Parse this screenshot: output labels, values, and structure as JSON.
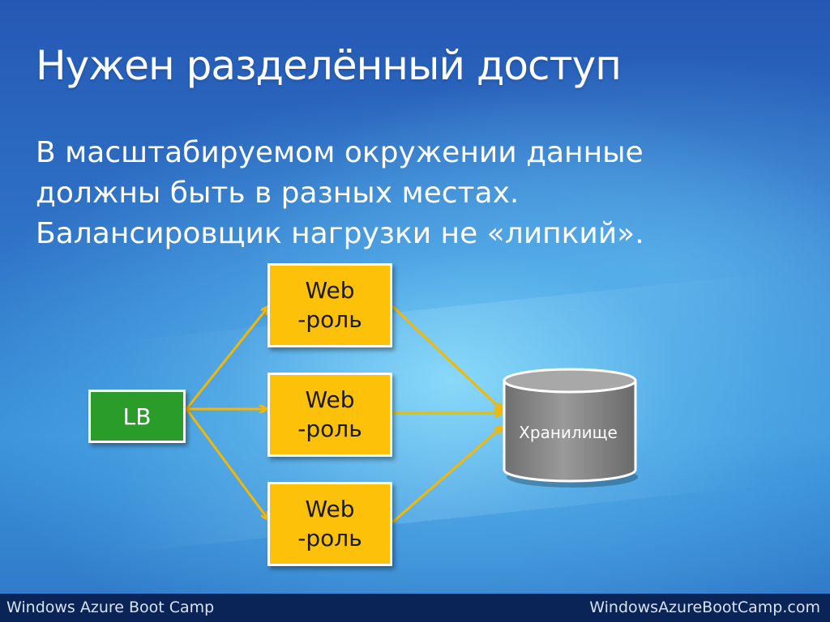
{
  "slide": {
    "title": "Нужен разделённый доступ",
    "body_lines": [
      "В масштабируемом окружении данные",
      "должны быть в разных местах.",
      "Балансировщик нагрузки не «липкий»."
    ]
  },
  "diagram": {
    "load_balancer": {
      "label": "LB",
      "color": "#2a9c2a"
    },
    "web_roles": [
      {
        "line1": "Web",
        "line2": "-роль"
      },
      {
        "line1": "Web",
        "line2": "-роль"
      },
      {
        "line1": "Web",
        "line2": "-роль"
      }
    ],
    "web_role_color": "#fec10a",
    "storage": {
      "label": "Хранилище",
      "icon": "database-cylinder-icon",
      "color": "#8c8c8c"
    },
    "arrow_color": "#f5b800"
  },
  "footer": {
    "left": "Windows Azure Boot Camp",
    "right": "WindowsAzureBootCamp.com"
  }
}
